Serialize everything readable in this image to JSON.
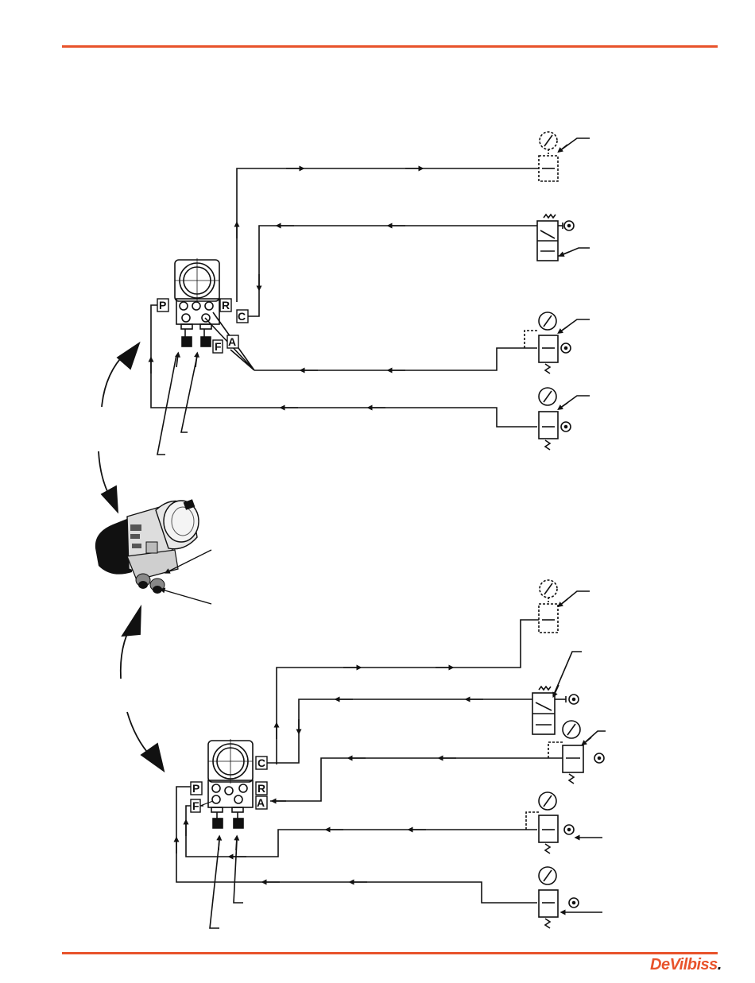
{
  "colors": {
    "accent": "#e8532b",
    "line": "#111111"
  },
  "ports": {
    "top": {
      "p": "P",
      "r": "R",
      "c": "C",
      "f": "F",
      "a": "A"
    },
    "bottom": {
      "p": "P",
      "r": "R",
      "c": "C",
      "f": "F",
      "a": "A"
    }
  },
  "logo": {
    "text": "DeVilbiss",
    "mark": "."
  }
}
